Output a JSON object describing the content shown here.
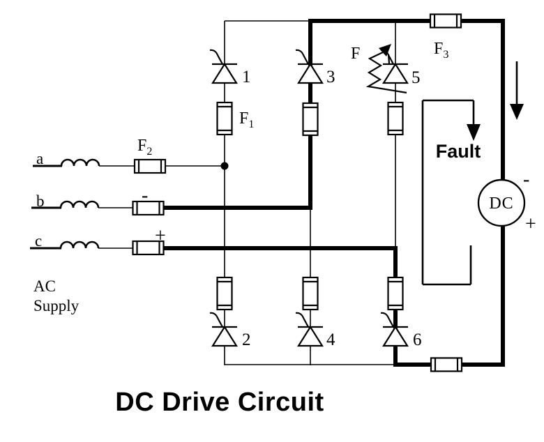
{
  "title": {
    "text": "DC Drive Circuit",
    "color": "#4444cc"
  },
  "supply": {
    "label_line1": "AC",
    "label_line2": "Supply",
    "phases": [
      {
        "name": "a",
        "sign": ""
      },
      {
        "name": "b",
        "sign": "-"
      },
      {
        "name": "c",
        "sign": "+"
      }
    ]
  },
  "fuses": {
    "f1": {
      "base": "F",
      "sub": "1"
    },
    "f2": {
      "base": "F",
      "sub": "2"
    },
    "f3": {
      "base": "F",
      "sub": "3"
    }
  },
  "thyristors": {
    "t1": "1",
    "t2": "2",
    "t3": "3",
    "t4": "4",
    "t5": "5",
    "t6": "6"
  },
  "fault": {
    "label": "Fault",
    "color": "#e8181f",
    "f_mark": "F"
  },
  "motor": {
    "label": "DC",
    "neg": "-",
    "pos": "+"
  },
  "colors": {
    "line": "#000000"
  }
}
